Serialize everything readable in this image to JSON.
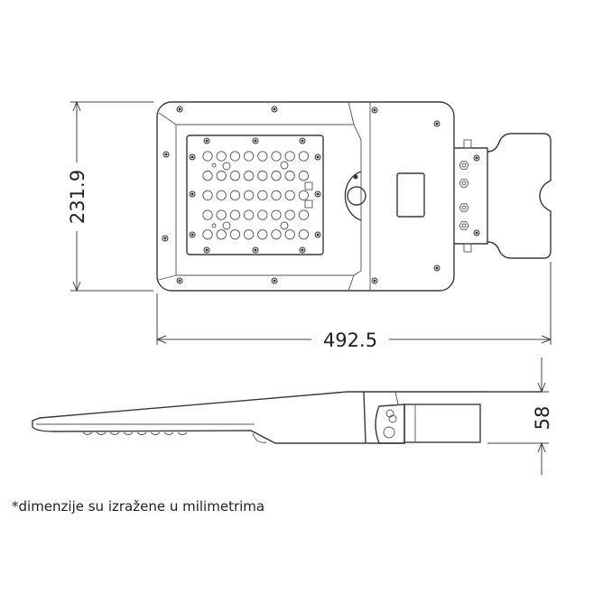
{
  "dimensions": {
    "height_top_view": "231.9",
    "length": "492.5",
    "height_side_view": "58"
  },
  "note": "*dimenzije su izražene u milimetrima",
  "led_grid": {
    "rows": 5,
    "columns": 8
  }
}
